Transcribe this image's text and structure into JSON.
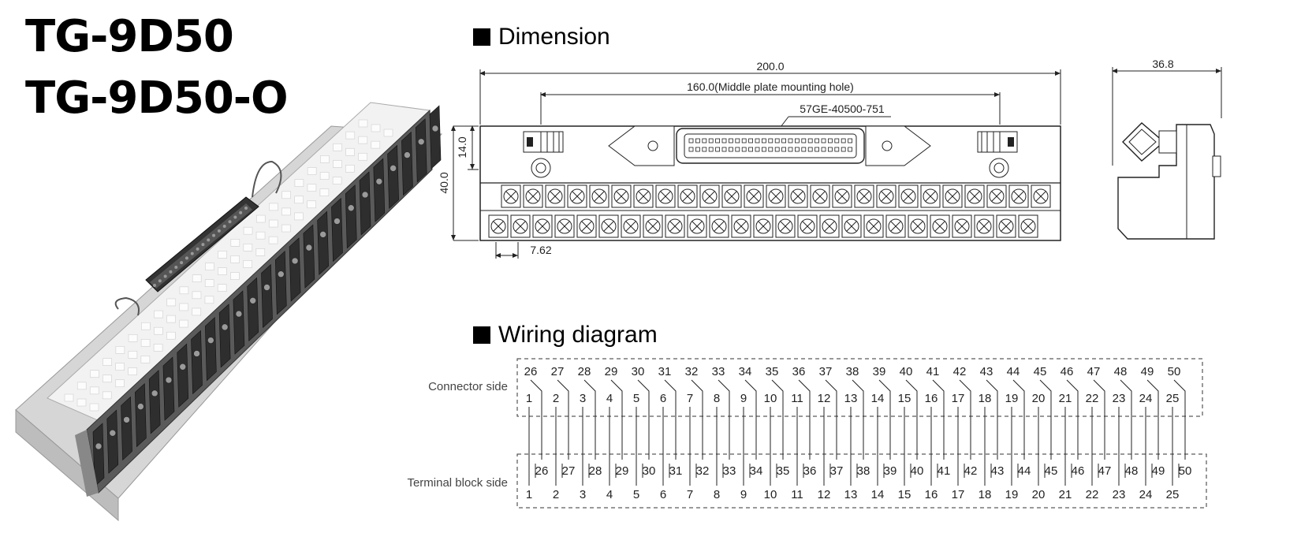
{
  "models": [
    "TG-9D50",
    "TG-9D50-O"
  ],
  "sections": {
    "dimension": "Dimension",
    "wiring": "Wiring diagram"
  },
  "dimensions": {
    "overall_width": "200.0",
    "mount_hole": "160.0(Middle plate mounting hole)",
    "connector_part": "57GE-40500-751",
    "top_height": "14.0",
    "total_height": "40.0",
    "pitch": "7.62",
    "depth": "36.8"
  },
  "wiring": {
    "connector_side_label": "Connector side",
    "terminal_side_label": "Terminal block side",
    "top_row": [
      "26",
      "27",
      "28",
      "29",
      "30",
      "31",
      "32",
      "33",
      "34",
      "35",
      "36",
      "37",
      "38",
      "39",
      "40",
      "41",
      "42",
      "43",
      "44",
      "45",
      "46",
      "47",
      "48",
      "49",
      "50"
    ],
    "bottom_row": [
      "1",
      "2",
      "3",
      "4",
      "5",
      "6",
      "7",
      "8",
      "9",
      "10",
      "11",
      "12",
      "13",
      "14",
      "15",
      "16",
      "17",
      "18",
      "19",
      "20",
      "21",
      "22",
      "23",
      "24",
      "25"
    ]
  }
}
